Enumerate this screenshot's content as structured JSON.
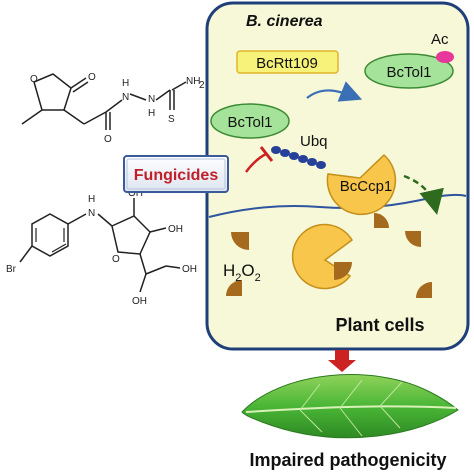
{
  "cell": {
    "organism": "B. cinerea",
    "region_label": "Plant cells"
  },
  "proteins": {
    "rtt109": "BcRtt109",
    "tol1_acetylated": "BcTol1",
    "tol1": "BcTol1",
    "ccp1": "BcCcp1"
  },
  "modifications": {
    "acetyl": "Ac",
    "ubiquitin": "Ubq"
  },
  "ros": {
    "base": "H",
    "sub": "2",
    "mid": "O",
    "sub2": "2"
  },
  "fungicides": {
    "label": "Fungicides"
  },
  "outcome": {
    "label": "Impaired pathogenicity"
  },
  "chemicals": {
    "top": {
      "atoms": [
        "O",
        "O",
        "H",
        "N",
        "N",
        "H",
        "NH",
        "2",
        "O",
        "S"
      ]
    },
    "bottom": {
      "atoms": [
        "H",
        "N",
        "O",
        "OH",
        "OH",
        "OH",
        "OH",
        "Br"
      ]
    }
  },
  "colors": {
    "cell_fill": "#f6f8d7",
    "cell_stroke": "#1f3f78",
    "rtt109_fill": "#f7f37a",
    "tol1_fill": "#a6e39a",
    "ccp1_fill": "#f7c64a",
    "acetyl_fill": "#e8379a",
    "ubiquitin_fill": "#27419b",
    "inhibit_red": "#cc2222",
    "arrow_blue": "#3a6fb5",
    "secretion_green": "#2f6b1f",
    "ros_fill": "#a56a1d",
    "leaf_green": "#3fae2f"
  }
}
